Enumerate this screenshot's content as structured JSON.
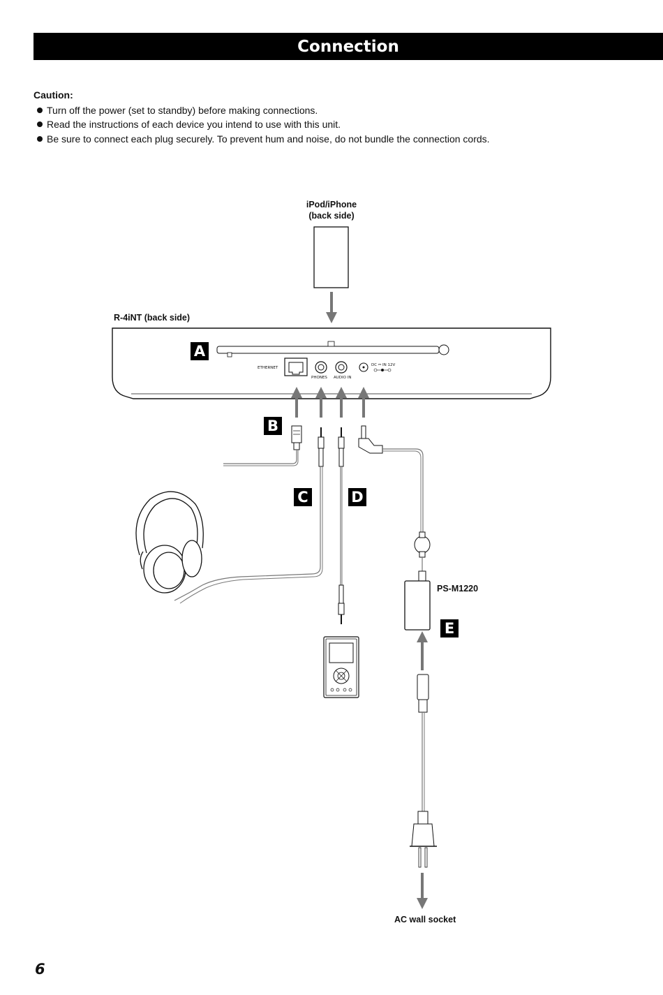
{
  "title": "Connection",
  "caution": {
    "heading": "Caution:",
    "items": [
      "Turn off the power (set to standby) before making connections.",
      "Read the instructions of each device you intend to use with this unit.",
      "Be sure to connect each plug securely. To prevent hum and noise, do not bundle the connection cords."
    ]
  },
  "diagram": {
    "ipod_label_line1": "iPod/iPhone",
    "ipod_label_line2": "(back side)",
    "unit_label": "R-4iNT (back side)",
    "jack_labels": {
      "ethernet": "ETHERNET",
      "phones": "PHONES",
      "audio_in": "AUDIO IN",
      "dc_in": "DC ⎓ IN 12V"
    },
    "adapter_label": "PS-M1220",
    "socket_label": "AC wall socket",
    "markers": [
      "A",
      "B",
      "C",
      "D",
      "E"
    ]
  },
  "page_number": "6"
}
